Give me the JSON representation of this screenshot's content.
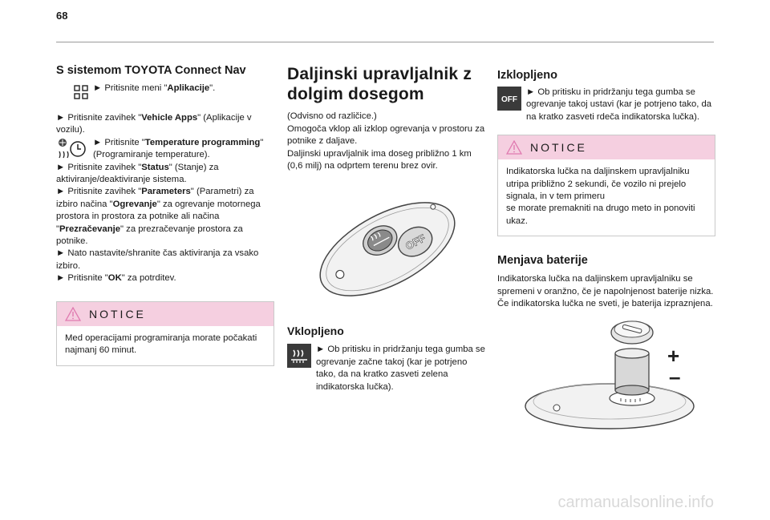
{
  "page": {
    "number": "68",
    "watermark": "carmanualsonline.info"
  },
  "col1": {
    "heading": "S sistemom TOYOTA Connect Nav",
    "step1": {
      "arrow": "► ",
      "text": "Pritisnite meni \"",
      "bold": "Aplikacije",
      "end": "\"."
    },
    "step2a": "► Pritisnite zavihek \"",
    "step2b": "Vehicle Apps",
    "step2c": "\" (Aplikacije v vozilu).",
    "step3a": "► Pritisnite \"",
    "step3b": "Temperature programming",
    "step3c": "\" (Programiranje temperature).",
    "step4a": "► Pritisnite zavihek \"",
    "step4b": "Status",
    "step4c": "\" (Stanje) za aktiviranje/deaktiviranje sistema.",
    "step5a": "► Pritisnite zavihek \"",
    "step5b": "Parameters",
    "step5c": "\" (Parametri) za izbiro načina \"",
    "step5d": "Ogrevanje",
    "step5e": "\" za ogrevanje motornega prostora in prostora za potnike ali načina \"",
    "step5f": "Prezračevanje",
    "step5g": "\" za prezračevanje prostora za potnike.",
    "step6": "► Nato nastavite/shranite čas aktiviranja za vsako izbiro.",
    "step7a": "► Pritisnite \"",
    "step7b": "OK",
    "step7c": "\" za potrditev.",
    "notice_title": "NOTICE",
    "notice_text": "Med operacijami programiranja morate počakati najmanj 60 minut."
  },
  "col2": {
    "heading": "Daljinski upravljalnik z dolgim dosegom",
    "para1": "(Odvisno od različice.)",
    "para2": "Omogoča vklop ali izklop ogrevanja v prostoru za potnike z daljave.",
    "para3": "Daljinski upravljalnik ima doseg približno 1 km (0,6 milj) na odprtem terenu brez ovir.",
    "remote_off_label": "OFF",
    "on_heading": "Vklopljeno",
    "on_text": "► Ob pritisku in pridržanju tega gumba se ogrevanje začne takoj (kar je potrjeno tako, da na kratko zasveti zelena indikatorska lučka)."
  },
  "col3": {
    "off_heading": "Izklopljeno",
    "off_icon_label": "OFF",
    "off_text": "► Ob pritisku in pridržanju tega gumba se ogrevanje takoj ustavi (kar je potrjeno tako, da na kratko zasveti rdeča indikatorska lučka).",
    "notice_title": "NOTICE",
    "notice_text1": "Indikatorska lučka na daljinskem upravljalniku utripa približno 2 sekundi, če vozilo ni prejelo signala, in v tem primeru",
    "notice_text2": "se morate premakniti na drugo meto in ponoviti ukaz.",
    "battery_heading": "Menjava baterije",
    "battery_text1": "Indikatorska lučka na daljinskem upravljalniku se spremeni v oranžno, če je napolnjenost baterije nizka.",
    "battery_text2": "Če indikatorska lučka ne sveti, je baterija izpraznjena.",
    "plus": "+",
    "minus": "–"
  },
  "colors": {
    "notice_header": "#f5cfe0",
    "warning_triangle": "#e07ab0",
    "icon_dark": "#3a3a3a"
  }
}
